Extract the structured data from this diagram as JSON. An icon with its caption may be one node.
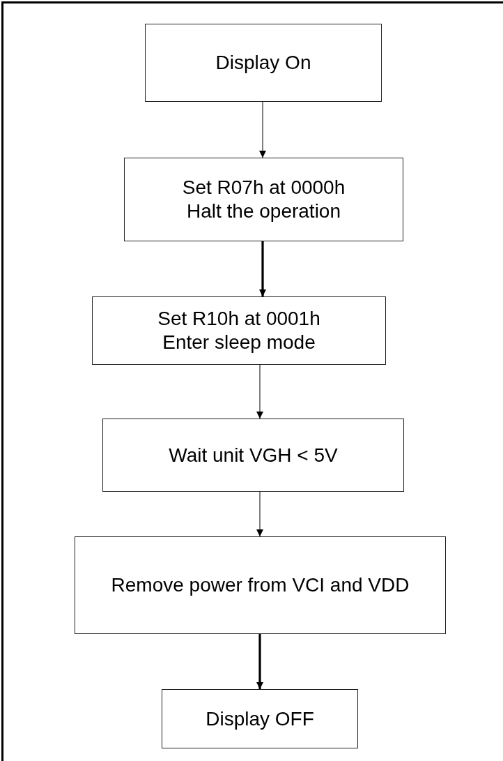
{
  "diagram": {
    "nodes": [
      {
        "text": [
          "Display On"
        ]
      },
      {
        "text": [
          "Set R07h at 0000h Halt the operation"
        ]
      },
      {
        "text": [
          "Set R10h at 0001h Enter sleep mode"
        ]
      },
      {
        "text": [
          "Wait unit VGH < 5V"
        ]
      },
      {
        "text": [
          "Remove power from VCI and VDD"
        ]
      },
      {
        "text": [
          "Display OFF"
        ]
      }
    ],
    "edges": [
      {
        "from": 0,
        "to": 1,
        "arrow": "to"
      },
      {
        "from": 1,
        "to": 2,
        "arrow": "to",
        "style": "thick"
      },
      {
        "from": 2,
        "to": 3,
        "arrow": "to"
      },
      {
        "from": 3,
        "to": 4,
        "arrow": "to"
      },
      {
        "from": 4,
        "to": 5,
        "arrow": "to",
        "style": "thick"
      }
    ]
  }
}
